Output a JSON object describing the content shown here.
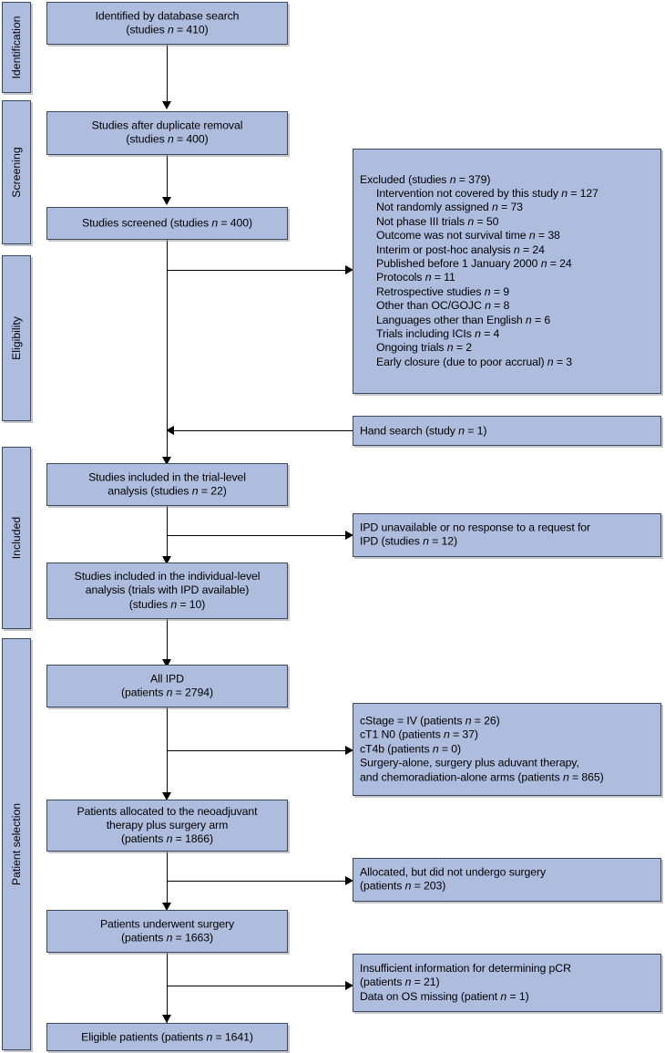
{
  "figure": {
    "type": "prisma-flow-diagram",
    "colors": {
      "box_fill": "#aebdde",
      "box_border": "#3b4a5c",
      "connector": "#000000",
      "background": "#ffffff",
      "shadow": "#9696a0"
    }
  },
  "stages": [
    {
      "id": "identification",
      "label": "Identification"
    },
    {
      "id": "screening",
      "label": "Screening"
    },
    {
      "id": "eligibility",
      "label": "Eligibility"
    },
    {
      "id": "included",
      "label": "Included"
    },
    {
      "id": "patient-selection",
      "label": "Patient selection"
    }
  ],
  "main_boxes": {
    "identified": {
      "line1": "Identified by database search",
      "line2_pre": "(studies ",
      "line2_italic": "n",
      "line2_post": " = 410)"
    },
    "after_duplicates": {
      "line1": "Studies after duplicate removal",
      "line2_pre": "(studies ",
      "line2_italic": "n",
      "line2_post": " = 400)"
    },
    "screened": {
      "line1_pre": "Studies screened (studies ",
      "line1_italic": "n",
      "line1_post": " = 400)"
    },
    "trial_level": {
      "line1": "Studies included in the trial-level",
      "line2_pre": "analysis (studies ",
      "line2_italic": "n",
      "line2_post": " = 22)"
    },
    "individual_level": {
      "line1": "Studies included in the individual-level",
      "line2": "analysis (trials with IPD available)",
      "line3_pre": "(studies ",
      "line3_italic": "n",
      "line3_post": " = 10)"
    },
    "all_ipd": {
      "line1": "All IPD",
      "line2_pre": "(patients ",
      "line2_italic": "n",
      "line2_post": " = 2794)"
    },
    "allocated": {
      "line1": "Patients allocated to the neoadjuvant",
      "line2": "therapy plus surgery arm",
      "line3_pre": "(patients ",
      "line3_italic": "n",
      "line3_post": " = 1866)"
    },
    "underwent_surgery": {
      "line1": "Patients underwent surgery",
      "line2_pre": "(patients ",
      "line2_italic": "n",
      "line2_post": " = 1663)"
    },
    "eligible": {
      "line1_pre": "Eligible patients (patients ",
      "line1_italic": "n",
      "line1_post": " = 1641)"
    }
  },
  "side_boxes": {
    "excluded": {
      "header_pre": "Excluded (studies ",
      "header_italic": "n",
      "header_post": " = 379)",
      "reasons": [
        {
          "text": "Intervention not covered by this study ",
          "italic": "n",
          "post": " = 127"
        },
        {
          "text": "Not randomly assigned ",
          "italic": "n",
          "post": " = 73"
        },
        {
          "text": "Not phase III trials ",
          "italic": "n",
          "post": " = 50"
        },
        {
          "text": "Outcome was not survival time ",
          "italic": "n",
          "post": " = 38"
        },
        {
          "text": "Interim or post-hoc analysis ",
          "italic": "n",
          "post": " = 24"
        },
        {
          "text": "Published before 1 January 2000 ",
          "italic": "n",
          "post": " = 24"
        },
        {
          "text": "Protocols ",
          "italic": "n",
          "post": " = 11"
        },
        {
          "text": "Retrospective studies ",
          "italic": "n",
          "post": " = 9"
        },
        {
          "text": "Other than OC/GOJC ",
          "italic": "n",
          "post": " = 8"
        },
        {
          "text": "Languages other than English ",
          "italic": "n",
          "post": " = 6"
        },
        {
          "text": "Trials including ICIs ",
          "italic": "n",
          "post": " = 4"
        },
        {
          "text": "Ongoing trials ",
          "italic": "n",
          "post": " = 2"
        },
        {
          "text": "Early closure (due to poor accrual) ",
          "italic": "n",
          "post": " = 3"
        }
      ]
    },
    "hand_search": {
      "line1_pre": "Hand search (study ",
      "line1_italic": "n",
      "line1_post": " = 1)"
    },
    "ipd_unavailable": {
      "line1": "IPD unavailable or no response to a request for",
      "line2_pre": "IPD (studies ",
      "line2_italic": "n",
      "line2_post": " = 12)"
    },
    "patient_exclusions": {
      "lines": [
        {
          "pre": "cStage = IV (patients ",
          "italic": "n",
          "post": " = 26)"
        },
        {
          "pre": "cT1 N0 (patients ",
          "italic": "n",
          "post": " = 37)"
        },
        {
          "pre": "cT4b (patients ",
          "italic": "n",
          "post": " = 0)"
        },
        {
          "pre": "Surgery-alone, surgery plus aduvant therapy,",
          "italic": "",
          "post": ""
        },
        {
          "pre": "and chemoradiation-alone arms (patients ",
          "italic": "n",
          "post": " = 865)"
        }
      ]
    },
    "no_surgery": {
      "line1": "Allocated, but did not undergo surgery",
      "line2_pre": "(patients ",
      "line2_italic": "n",
      "line2_post": " = 203)"
    },
    "insufficient": {
      "line1": "Insufficient information for determining pCR",
      "line2_pre": "(patients ",
      "line2_italic": "n",
      "line2_post": " = 21)",
      "line3_pre": "Data on OS missing (patient ",
      "line3_italic": "n",
      "line3_post": " = 1)"
    }
  }
}
